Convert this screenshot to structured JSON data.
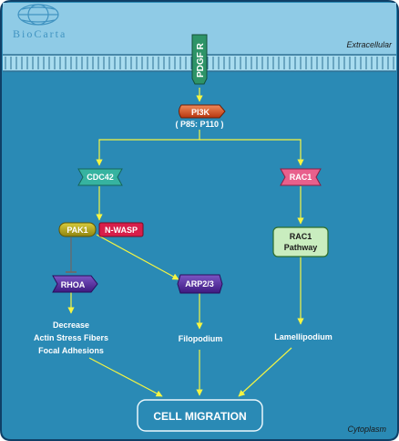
{
  "brand": {
    "name": "BioCarta"
  },
  "compartments": {
    "extracellular": "Extracellular",
    "cytoplasm": "Cytoplasm"
  },
  "nodes": {
    "pdgfr": "PDGF R",
    "pi3k": "PI3K",
    "pi3k_sub": "( P85: P110 )",
    "cdc42": "CDC42",
    "rac1": "RAC1",
    "pak1": "PAK1",
    "nwasp": "N-WASP",
    "rac1_pathway_line1": "RAC1",
    "rac1_pathway_line2": "Pathway",
    "rhoa": "RHOA",
    "arp23": "ARP2/3"
  },
  "outcomes": {
    "decrease_line1": "Decrease",
    "decrease_line2": "Actin Stress Fibers",
    "decrease_line3": "Focal Adhesions",
    "filopodium": "Filopodium",
    "lamellipodium": "Lamellipodium",
    "cell_migration": "CELL MIGRATION"
  },
  "colors": {
    "cytoplasm": "#2a8ab5",
    "membrane": "#9fd6ec",
    "arrow": "#f5f542",
    "inhibit": "#777777",
    "pdgfr": "#2e9468",
    "pi3k": "#d24a1c",
    "cdc42": "#36b3a0",
    "rac1": "#e8608c",
    "pak1": "#b5a81e",
    "nwasp": "#d81e4a",
    "rhoa": "#5a2ea0",
    "arp23": "#5a2ea0",
    "rac1_pathway": "#c9edbf"
  }
}
